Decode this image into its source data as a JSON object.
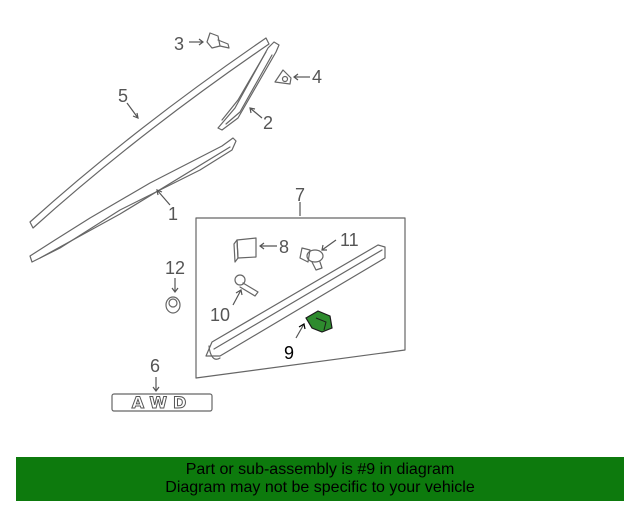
{
  "callouts": {
    "c1": "1",
    "c2": "2",
    "c3": "3",
    "c4": "4",
    "c5": "5",
    "c6": "6",
    "c7": "7",
    "c8": "8",
    "c9": "9",
    "c10": "10",
    "c11": "11",
    "c12": "12"
  },
  "badge_text": "AWD",
  "highlight_part": "9",
  "colors": {
    "highlight_part": "#2e8b2e",
    "banner_bg": "#0d7a0d",
    "line": "#666666"
  },
  "banner": {
    "line1": "Part or sub-assembly is #9 in diagram",
    "line2": "Diagram may not be specific to your vehicle"
  }
}
